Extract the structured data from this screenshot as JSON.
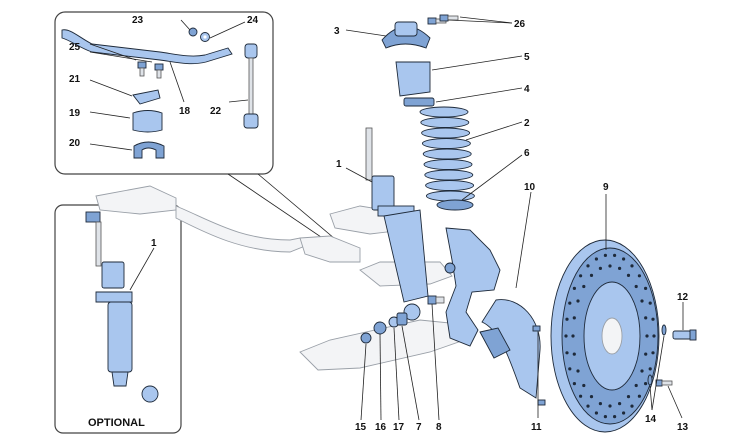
{
  "diagram": {
    "optional_label": "OPTIONAL",
    "callouts": {
      "c1": "1",
      "c2": "2",
      "c3": "3",
      "c4": "4",
      "c5": "5",
      "c6": "6",
      "c7": "7",
      "c8": "8",
      "c9": "9",
      "c10": "10",
      "c11": "11",
      "c12": "12",
      "c13": "13",
      "c14": "14",
      "c15": "15",
      "c16": "16",
      "c17": "17",
      "c18": "18",
      "c19": "19",
      "c20": "20",
      "c21": "21",
      "c22": "22",
      "c23": "23",
      "c24": "24",
      "c25": "25",
      "c26": "26",
      "opt1": "1"
    },
    "colors": {
      "part": "#a9c6ee",
      "part_dark": "#7fa3d4",
      "outline": "#1e2a3a",
      "ghost": "#f3f4f6"
    }
  }
}
